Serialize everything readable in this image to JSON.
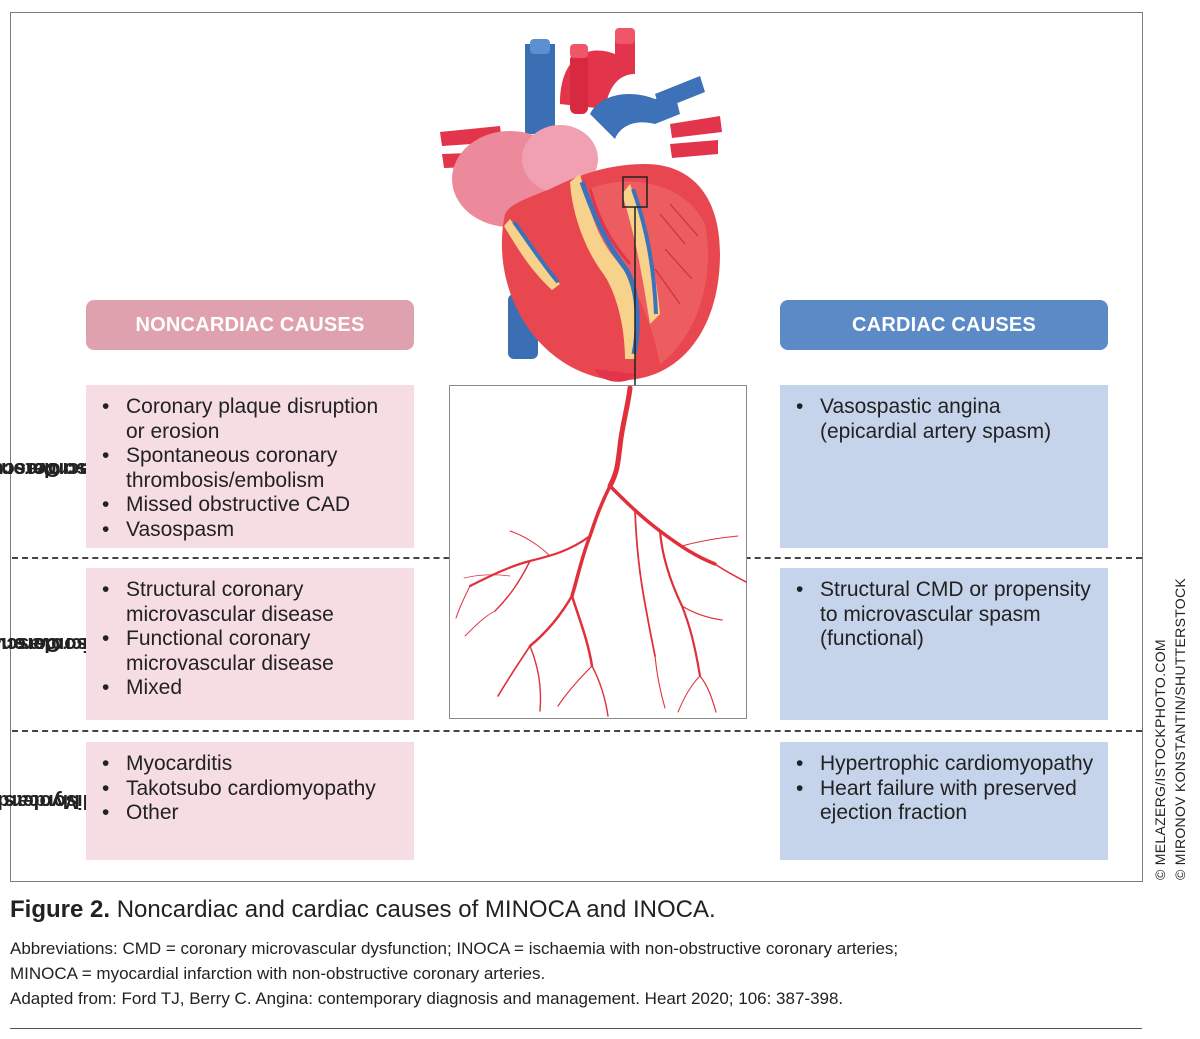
{
  "headers": {
    "noncardiac": "NONCARDIAC CAUSES",
    "cardiac": "CARDIAC CAUSES"
  },
  "rows": [
    {
      "label_lines": [
        "Coronary",
        "macrovascular",
        "disorders"
      ],
      "noncardiac": [
        "Coronary plaque disruption or erosion",
        "Spontaneous coronary thrombosis/embolism",
        "Missed obstructive CAD",
        "Vasospasm"
      ],
      "cardiac": [
        "Vasospastic angina (epicardial artery spasm)"
      ]
    },
    {
      "label_lines": [
        "Coronary",
        "microvascular",
        "disorders"
      ],
      "noncardiac": [
        "Structural coronary microvascular disease",
        "Functional coronary microvascular disease",
        "Mixed"
      ],
      "cardiac": [
        "Structural CMD or propensity to microvascular spasm (functional)"
      ]
    },
    {
      "label_lines": [
        "Myocardial",
        "disorders"
      ],
      "noncardiac": [
        "Myocarditis",
        "Takotsubo cardiomyopathy",
        "Other"
      ],
      "cardiac": [
        "Hypertrophic cardiomyopathy",
        "Heart failure with preserved ejection fraction"
      ]
    }
  ],
  "credits": [
    "© MELAZERG/ISTOCKPHOTO.COM",
    "© MIRONOV KONSTANTIN/SHUTTERSTOCK"
  ],
  "caption": {
    "label": "Figure 2.",
    "text": " Noncardiac and cardiac causes of MINOCA and INOCA."
  },
  "abbreviations": [
    "Abbreviations: CMD = coronary microvascular dysfunction; INOCA = ischaemia with non-obstructive coronary arteries;",
    "MINOCA = myocardial infarction with non-obstructive coronary arteries.",
    "Adapted from: Ford TJ, Berry C. Angina: contemporary diagnosis and management. Heart 2020; 106: 387-398."
  ],
  "colors": {
    "noncardiac_header": "#e0a1ae",
    "noncardiac_box": "#f5dde3",
    "cardiac_header": "#5b8ac6",
    "cardiac_box": "#c5d4ea",
    "artery": "#e0303c"
  },
  "icons": {
    "heart": "anatomical-heart-illustration",
    "vessels": "coronary-artery-tree-illustration"
  }
}
